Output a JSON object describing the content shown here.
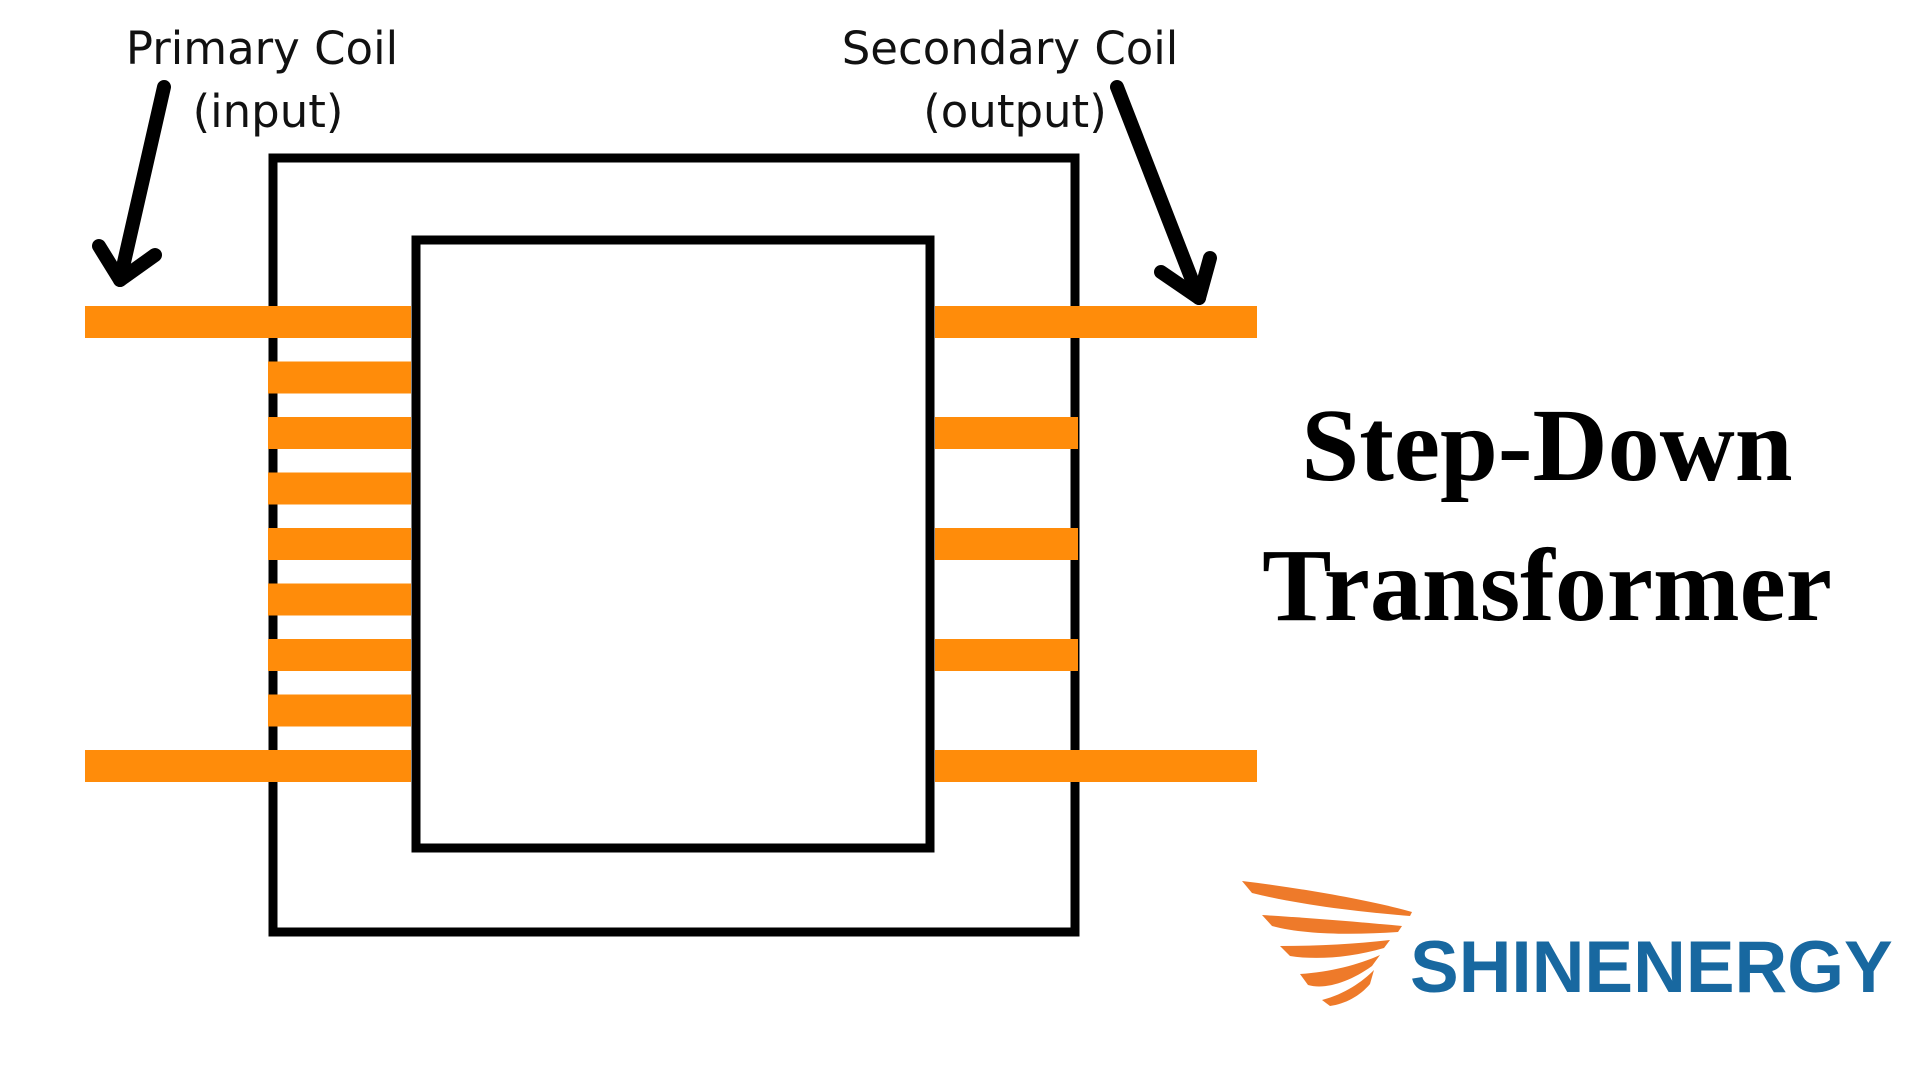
{
  "labels": {
    "primary_line1": "Primary Coil",
    "primary_line2": "(input)",
    "secondary_line1": "Secondary Coil",
    "secondary_line2": "(output)"
  },
  "title": {
    "line1": "Step-Down",
    "line2": "Transformer"
  },
  "logo": {
    "text": "SHINENERGY"
  },
  "components": {
    "primary_turns": 9,
    "secondary_turns": 5
  },
  "colors": {
    "coil": "#FF8C0A",
    "core": "#000000",
    "brand_text": "#1868A0",
    "brand_wing": "#EE7A2A"
  }
}
